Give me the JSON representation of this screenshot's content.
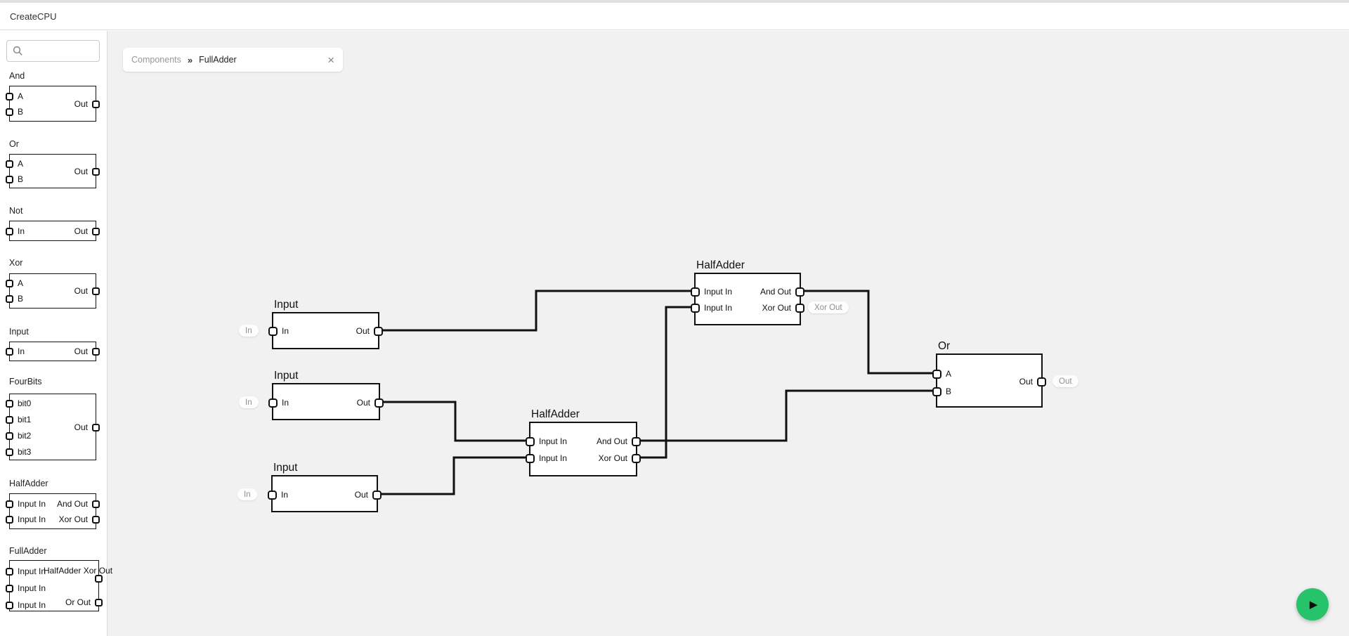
{
  "app": {
    "title": "CreateCPU"
  },
  "sidebar": {
    "search": {
      "value": "",
      "placeholder": ""
    },
    "items": [
      {
        "name": "And",
        "inputs": [
          "A",
          "B"
        ],
        "outputs": [
          "Out"
        ]
      },
      {
        "name": "Or",
        "inputs": [
          "A",
          "B"
        ],
        "outputs": [
          "Out"
        ]
      },
      {
        "name": "Not",
        "inputs": [
          "In"
        ],
        "outputs": [
          "Out"
        ]
      },
      {
        "name": "Xor",
        "inputs": [
          "A",
          "B"
        ],
        "outputs": [
          "Out"
        ]
      },
      {
        "name": "Input",
        "inputs": [
          "In"
        ],
        "outputs": [
          "Out"
        ]
      },
      {
        "name": "FourBits",
        "inputs": [
          "bit0",
          "bit1",
          "bit2",
          "bit3"
        ],
        "outputs": [
          "Out"
        ]
      },
      {
        "name": "HalfAdder",
        "inputs": [
          "Input In",
          "Input In"
        ],
        "outputs": [
          "And Out",
          "Xor Out"
        ]
      },
      {
        "name": "FullAdder",
        "inputs": [
          "Input In",
          "Input In",
          "Input In"
        ],
        "outputs": [
          "HalfAdder Xor Out",
          "Or Out"
        ]
      }
    ]
  },
  "tab": {
    "breadcrumb": "Components",
    "separator": "»",
    "title": "FullAdder",
    "close_icon": "×"
  },
  "canvas": {
    "blocks": [
      {
        "title": "Input",
        "inputs": [
          "In"
        ],
        "outputs": [
          "Out"
        ]
      },
      {
        "title": "Input",
        "inputs": [
          "In"
        ],
        "outputs": [
          "Out"
        ]
      },
      {
        "title": "Input",
        "inputs": [
          "In"
        ],
        "outputs": [
          "Out"
        ]
      },
      {
        "title": "HalfAdder",
        "inputs": [
          "Input In",
          "Input In"
        ],
        "outputs": [
          "And Out",
          "Xor Out"
        ]
      },
      {
        "title": "HalfAdder",
        "inputs": [
          "Input In",
          "Input In"
        ],
        "outputs": [
          "And Out",
          "Xor Out"
        ]
      },
      {
        "title": "Or",
        "inputs": [
          "A",
          "B"
        ],
        "outputs": [
          "Out"
        ]
      }
    ],
    "badges": [
      {
        "label": "In"
      },
      {
        "label": "In"
      },
      {
        "label": "In"
      },
      {
        "label": "Xor Out"
      },
      {
        "label": "Out"
      }
    ]
  },
  "controls": {
    "play_icon": "▶"
  },
  "colors": {
    "accent_green": "#27c36a",
    "wire": "#111111",
    "canvas_bg": "#f1f1f1"
  }
}
